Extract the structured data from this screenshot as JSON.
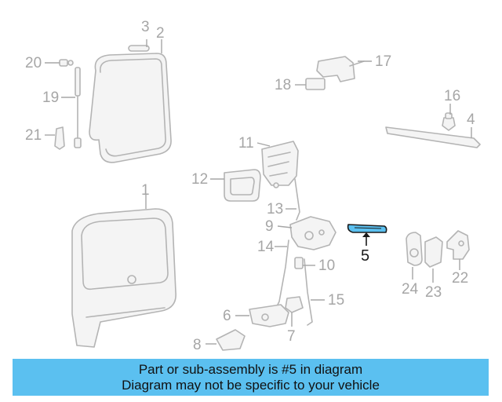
{
  "diagram": {
    "callouts": {
      "c1": "1",
      "c2": "2",
      "c3": "3",
      "c4": "4",
      "c5": "5",
      "c6": "6",
      "c7": "7",
      "c8": "8",
      "c9": "9",
      "c10": "10",
      "c11": "11",
      "c12": "12",
      "c13": "13",
      "c14": "14",
      "c15": "15",
      "c16": "16",
      "c17": "17",
      "c18": "18",
      "c19": "19",
      "c20": "20",
      "c21": "21",
      "c22": "22",
      "c23": "23",
      "c24": "24"
    },
    "highlighted_part": "5",
    "colors": {
      "highlight_fill": "#5bc0f0",
      "highlight_text": "#1a1a1a",
      "line_gray": "#b4b4b4",
      "banner": "#5bc0f0"
    }
  },
  "banner": {
    "line1": "Part or sub-assembly is #5 in diagram",
    "line2": "Diagram may not be specific to your vehicle"
  }
}
